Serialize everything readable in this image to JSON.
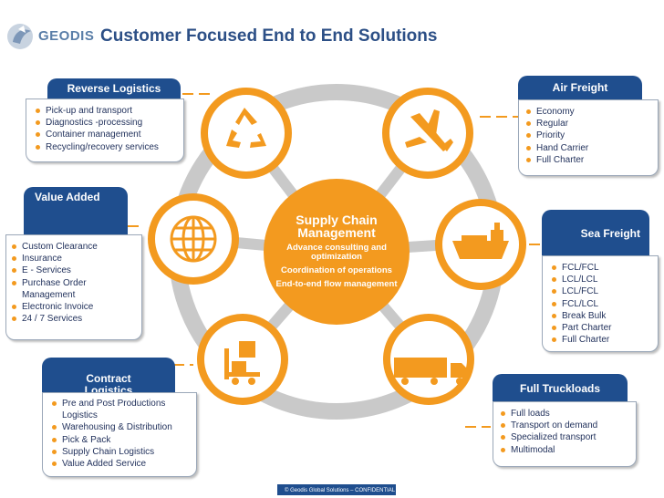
{
  "header": {
    "logo_text": "GEODIS",
    "title": "Customer Focused End to End Solutions"
  },
  "center": {
    "title": "Supply Chain Management",
    "lines": [
      "Advance consulting and optimization",
      "Coordination of operations",
      "End-to-end flow management"
    ]
  },
  "boxes": {
    "reverse_logistics": {
      "title": "Reverse Logistics",
      "items": [
        "Pick-up and transport",
        "Diagnostics -processing",
        "Container management",
        "Recycling/recovery services"
      ]
    },
    "value_added": {
      "title": "Value Added",
      "items": [
        "Custom Clearance",
        "Insurance",
        "E - Services",
        "Purchase Order Management",
        "Electronic Invoice",
        "24 / 7 Services"
      ]
    },
    "contract_logistics": {
      "title": "Contract Logistics",
      "items": [
        "Pre and Post Productions Logistics",
        "Warehousing & Distribution",
        "Pick & Pack",
        "Supply Chain Logistics",
        "Value Added Service"
      ]
    },
    "air_freight": {
      "title": "Air Freight",
      "items": [
        "Economy",
        "Regular",
        "Priority",
        "Hand Carrier",
        "Full Charter"
      ]
    },
    "sea_freight": {
      "title": "Sea Freight",
      "items": [
        "FCL/FCL",
        "LCL/LCL",
        "LCL/FCL",
        "FCL/LCL",
        "Break Bulk",
        "Part Charter",
        "Full Charter"
      ]
    },
    "full_truckloads": {
      "title": "Full Truckloads",
      "items": [
        "Full loads",
        "Transport on demand",
        "Specialized transport",
        "Multimodal"
      ]
    }
  },
  "icons": [
    "recycle-icon",
    "airplane-icon",
    "globe-icon",
    "ship-icon",
    "forklift-icon",
    "truck-icon"
  ],
  "colors": {
    "orange": "#f39a1f",
    "navy": "#1f4e8e",
    "title_blue": "#2c4f86",
    "grey_ring": "#c9c9c9"
  },
  "footer": "© Geodis Global Solutions – CONFIDENTIAL"
}
